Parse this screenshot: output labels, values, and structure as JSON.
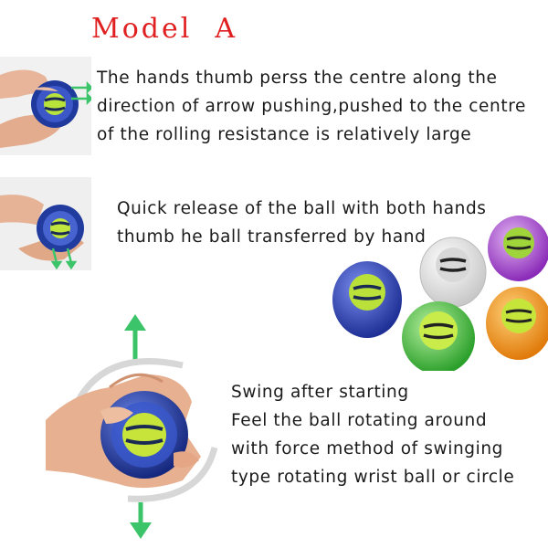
{
  "title": "Model  A",
  "section1": {
    "lines": [
      "The hands thumb perss the centre along the",
      "direction of arrow pushing,pushed to the centre",
      "of the rolling resistance is relatively large"
    ]
  },
  "section2": {
    "lines": [
      "Quick release of the ball with both hands",
      "thumb he ball transferred by hand"
    ]
  },
  "section3": {
    "lines": [
      "Swing after starting",
      "Feel the ball rotating around",
      "with force method of swinging",
      "type rotating wrist ball or circle"
    ]
  },
  "images": {
    "photo1": "hands-thumb-push-icon",
    "photo2": "hands-release-ball-icon",
    "photo3": "hand-swing-ball-icon",
    "photo4": "colored-wrist-balls-icon"
  },
  "colors": {
    "title": "#e02020",
    "arrow": "#3cc46a",
    "ball_blue": "#2d3fb0",
    "ball_green": "#3cbf3c",
    "ball_purple": "#a247c8",
    "ball_orange": "#f29a1f",
    "ball_clear": "#e8e8e8"
  }
}
